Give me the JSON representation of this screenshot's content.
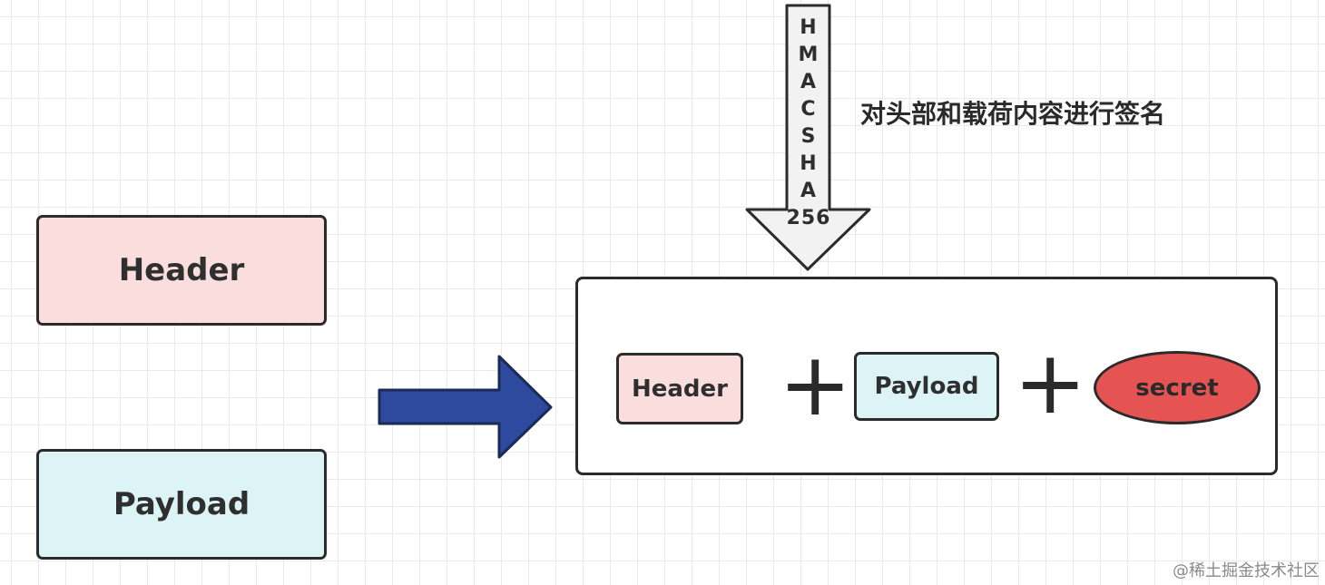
{
  "diagram": {
    "left_header_label": "Header",
    "left_payload_label": "Payload",
    "inner_header_label": "Header",
    "inner_payload_label": "Payload",
    "plus_symbol": "+",
    "secret_label": "secret",
    "hmac_chars": [
      "H",
      "M",
      "A",
      "C",
      "S",
      "H",
      "A",
      "256"
    ],
    "sign_caption": "对头部和载荷内容进行签名"
  },
  "watermark": "@稀土掘金技术社区",
  "colors": {
    "header_fill": "#f9dedd",
    "payload_fill": "#dcf4f5",
    "secret_fill": "#e55353",
    "blue_arrow_fill": "#2e4a9e",
    "hmac_arrow_fill": "#f2f2f2",
    "border": "#2b2b2b"
  }
}
